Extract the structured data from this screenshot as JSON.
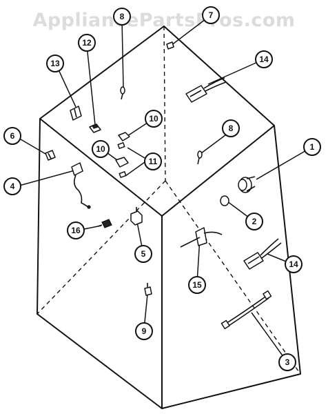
{
  "watermark": "AppliancePartsPros.com",
  "callouts": [
    {
      "id": "c1",
      "label": "1"
    },
    {
      "id": "c2",
      "label": "2"
    },
    {
      "id": "c3",
      "label": "3"
    },
    {
      "id": "c4",
      "label": "4"
    },
    {
      "id": "c5",
      "label": "5"
    },
    {
      "id": "c6",
      "label": "6"
    },
    {
      "id": "c7",
      "label": "7"
    },
    {
      "id": "c8a",
      "label": "8"
    },
    {
      "id": "c8b",
      "label": "8"
    },
    {
      "id": "c9",
      "label": "9"
    },
    {
      "id": "c10a",
      "label": "10"
    },
    {
      "id": "c10b",
      "label": "10"
    },
    {
      "id": "c11",
      "label": "11"
    },
    {
      "id": "c12",
      "label": "12"
    },
    {
      "id": "c13",
      "label": "13"
    },
    {
      "id": "c14a",
      "label": "14"
    },
    {
      "id": "c14b",
      "label": "14"
    },
    {
      "id": "c15",
      "label": "15"
    },
    {
      "id": "c16",
      "label": "16"
    }
  ]
}
